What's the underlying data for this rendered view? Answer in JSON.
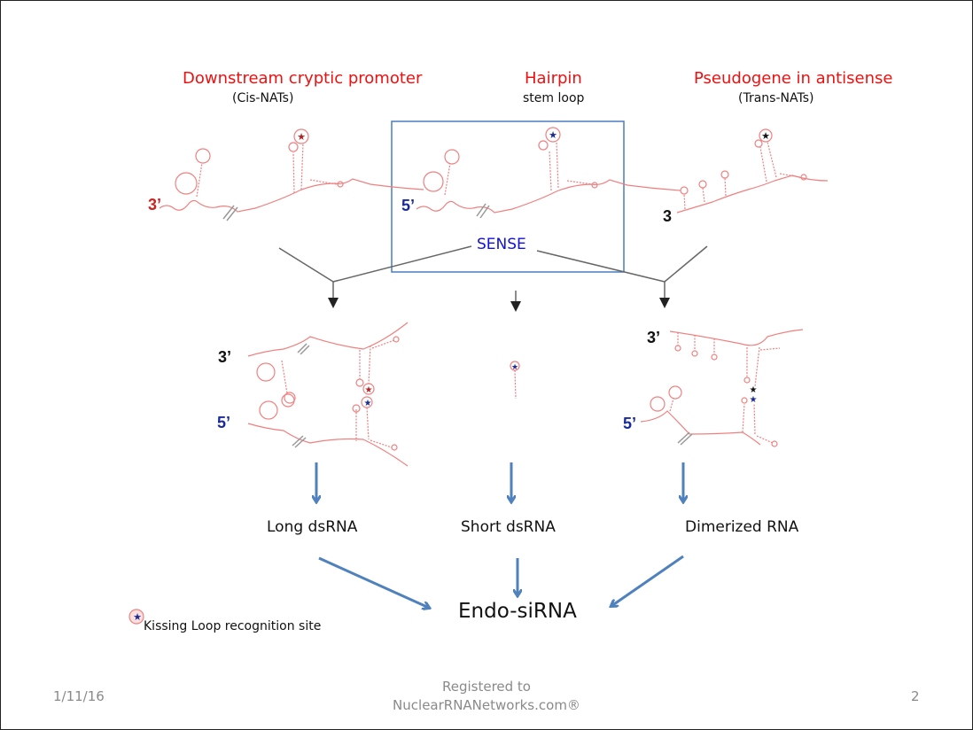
{
  "columns": [
    {
      "title": "Downstream cryptic promoter",
      "subtitle": "(Cis-NATs)",
      "end_label": "3’",
      "star_color": "#b22222"
    },
    {
      "title": "Hairpin",
      "subtitle": "stem loop",
      "end_label": "5’",
      "star_color": "#1a2a9a"
    },
    {
      "title": "Pseudogene in antisense",
      "subtitle": "(Trans-NATs)",
      "end_label": "3",
      "star_color": "#111111"
    }
  ],
  "sense_label": "SENSE",
  "dimer_left": {
    "top_end": "3’",
    "bottom_end": "5’"
  },
  "dimer_right": {
    "top_end": "3’",
    "bottom_end": "5’"
  },
  "products": [
    "Long dsRNA",
    "Short dsRNA",
    "Dimerized RNA"
  ],
  "final_product": "Endo-siRNA",
  "legend": {
    "label": "Kissing Loop recognition site",
    "icon": "star-in-circle-icon"
  },
  "footer": {
    "date": "1/11/16",
    "registration_line1": "Registered to",
    "registration_line2": "NuclearRNANetworks.com®",
    "page_number": "2"
  },
  "colors": {
    "title_red": "#ee1111",
    "sense_blue": "#1111dd",
    "box_border": "#4a7cc0",
    "flow_arrow": "#4f81bd",
    "rna_strand": "#f08080"
  }
}
